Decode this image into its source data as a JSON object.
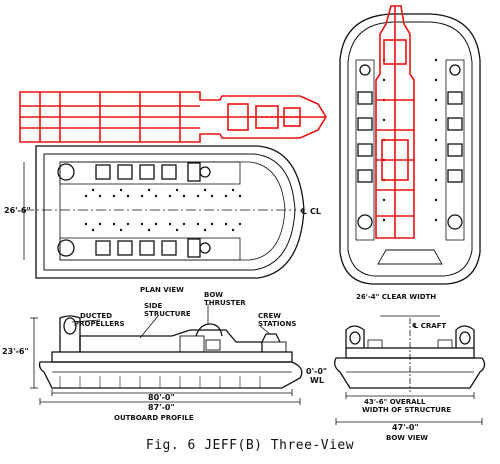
{
  "caption": "Fig. 6  JEFF(B) Three-View",
  "views": {
    "plan": {
      "title": "PLAN VIEW",
      "width_dim": "26'-6\"",
      "centerline": "℄ CL"
    },
    "bow": {
      "clear_width": "26'-4\" CLEAR WIDTH",
      "craft_cl": "℄ CRAFT",
      "overall_width_line1": "43'-6\" OVERALL",
      "overall_width_line2": "WIDTH OF STRUCTURE",
      "width_dim": "47'-0\"",
      "title": "BOW VIEW"
    },
    "profile": {
      "title": "OUTBOARD PROFILE",
      "height_dim": "23'-6\"",
      "wl_dim": "0'-0\"",
      "wl_label": "WL",
      "length_upper": "80'-0\"",
      "length_lower": "87'-0\""
    }
  },
  "callouts": {
    "ducted_propellers": [
      "DUCTED",
      "PROPELLERS"
    ],
    "side_structure": [
      "SIDE",
      "STRUCTURE"
    ],
    "bow_thruster": [
      "BOW",
      "THRUSTER"
    ],
    "crew_stations": [
      "CREW",
      "STATIONS"
    ]
  },
  "colors": {
    "ink": "#111111",
    "overlay": "#ee1111",
    "background": "#ffffff"
  }
}
